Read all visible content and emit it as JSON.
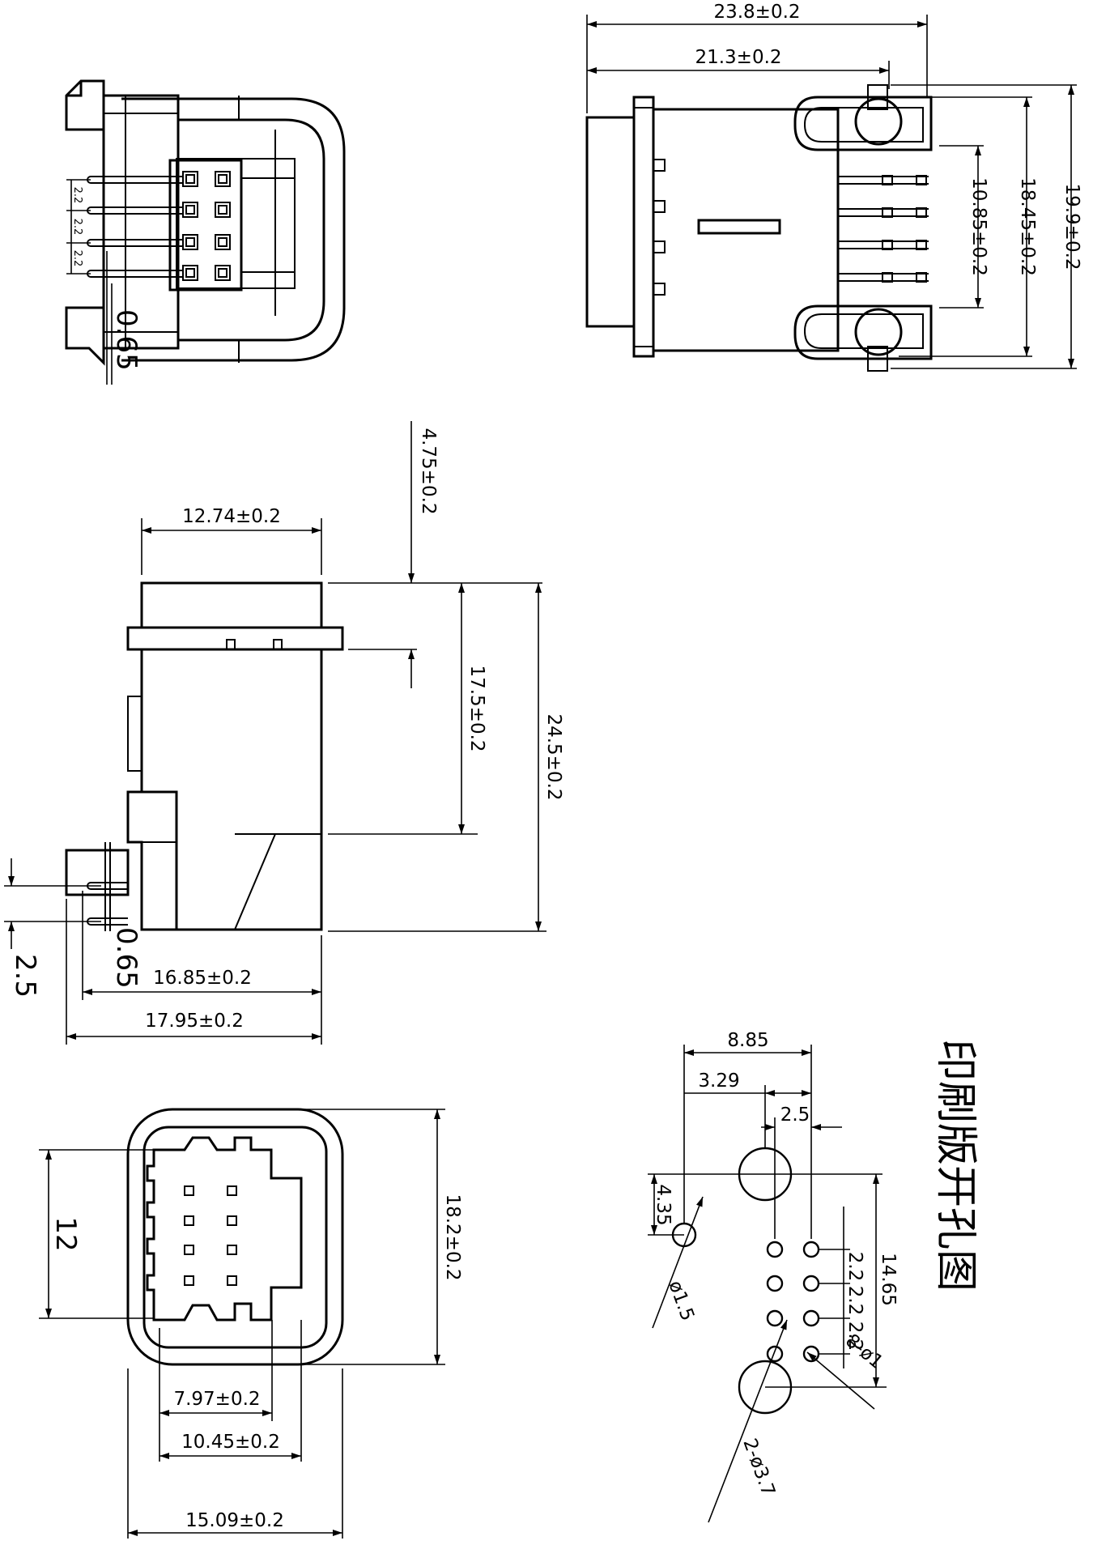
{
  "top_view": {
    "overall_width": "23.8±0.2",
    "body_width": "21.3±0.2",
    "pin_span": "10.85±0.2",
    "body_height": "18.45±0.2",
    "overall_height": "19.9±0.2"
  },
  "front_view": {
    "pitch_1": "2.2",
    "pitch_2": "2.2",
    "pitch_3": "2.2",
    "pin_thickness": "0.65"
  },
  "side_view": {
    "flange_width": "12.74±0.2",
    "flange_height": "4.75±0.2",
    "body_height": "17.5±0.2",
    "overall_height": "24.5±0.2",
    "depth_pin": "16.85±0.2",
    "depth_total": "17.95±0.2",
    "pin_offset": "2.5",
    "pin_thickness": "0.65"
  },
  "mating_face_view": {
    "inner_height": "12",
    "outer_height": "18.2±0.2",
    "key_width": "7.97±0.2",
    "inner_width": "10.45±0.2",
    "outer_width": "15.09±0.2"
  },
  "pcb_layout": {
    "title": "印刷版开孔图",
    "dim_8_85": "8.85",
    "dim_3_29": "3.29",
    "dim_2_5": "2.5",
    "dim_4_35": "4.35",
    "dim_14_65": "14.65",
    "pitch_1": "2.2",
    "pitch_2": "2.2",
    "pitch_3": "2.2",
    "small_hole": "ø1.5",
    "pin_holes": "8-ø1",
    "mount_holes": "2-ø3.7"
  }
}
